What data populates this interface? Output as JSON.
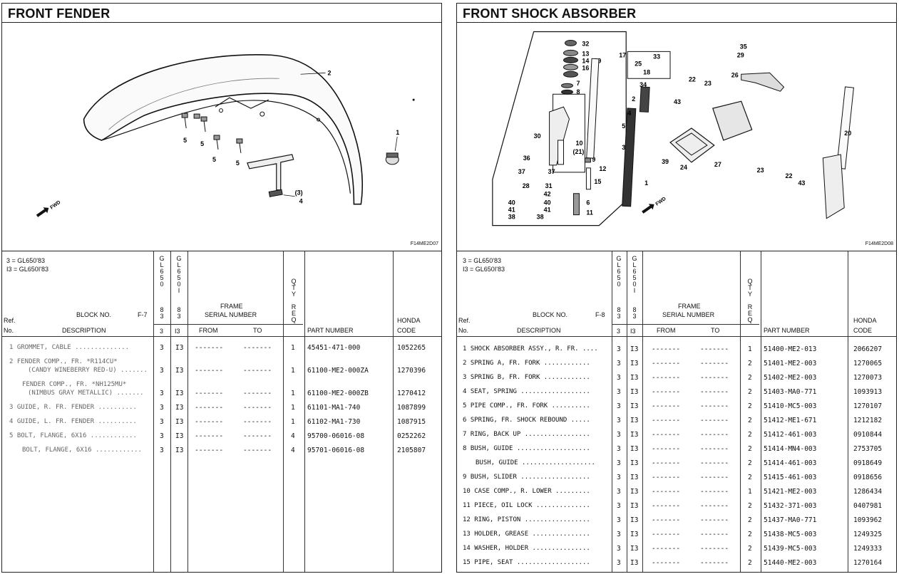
{
  "left": {
    "title": "FRONT FENDER",
    "figure_code": "F14ME2D07",
    "legend": [
      "3 = GL650'83",
      "I3 = GL650I'83"
    ],
    "block_no_label": "BLOCK NO.",
    "block_no": "F-7",
    "callouts": [
      "2",
      "1",
      "5",
      "5",
      "5",
      "5",
      "(3)",
      "4",
      "FWD"
    ],
    "rows": [
      {
        "desc": "1 GROMMET, CABLE ..............",
        "desc2": "",
        "c1": "3",
        "c2": "I3",
        "from": "-------",
        "to": "-------",
        "qty": "1",
        "part": "45451-471-000",
        "code": "1052265"
      },
      {
        "desc": "2 FENDER COMP., FR. *R114CU*",
        "desc2": "(CANDY WINEBERRY RED-U) .......",
        "c1": "3",
        "c2": "I3",
        "from": "-------",
        "to": "-------",
        "qty": "1",
        "part": "61100-ME2-000ZA",
        "code": "1270396"
      },
      {
        "desc": "FENDER COMP., FR. *NH125MU*",
        "desc2": "(NIMBUS GRAY METALLIC) .......",
        "c1": "3",
        "c2": "I3",
        "from": "-------",
        "to": "-------",
        "qty": "1",
        "part": "61100-ME2-000ZB",
        "code": "1270412"
      },
      {
        "desc": "3 GUIDE, R. FR. FENDER ..........",
        "desc2": "",
        "c1": "3",
        "c2": "I3",
        "from": "-------",
        "to": "-------",
        "qty": "1",
        "part": "61101-MA1-740",
        "code": "1087899"
      },
      {
        "desc": "4 GUIDE, L. FR. FENDER ..........",
        "desc2": "",
        "c1": "3",
        "c2": "I3",
        "from": "-------",
        "to": "-------",
        "qty": "1",
        "part": "61102-MA1-730",
        "code": "1087915"
      },
      {
        "desc": "5 BOLT, FLANGE, 6X16 ............",
        "desc2": "",
        "c1": "3",
        "c2": "I3",
        "from": "-------",
        "to": "-------",
        "qty": "4",
        "part": "95700-06016-08",
        "code": "0252262"
      },
      {
        "desc": "BOLT, FLANGE, 6X16 ............",
        "desc2": "",
        "c1": "3",
        "c2": "I3",
        "from": "-------",
        "to": "-------",
        "qty": "4",
        "part": "95701-06016-08",
        "code": "2105807"
      }
    ]
  },
  "right": {
    "title": "FRONT SHOCK ABSORBER",
    "figure_code": "F14ME2D08",
    "legend": [
      "3 = GL650'83",
      "I3 = GL650I'83"
    ],
    "block_no_label": "BLOCK NO.",
    "block_no": "F-8",
    "callouts": [
      "32",
      "13",
      "14",
      "19",
      "16",
      "7",
      "8",
      "30",
      "36",
      "10",
      "(21)",
      "9",
      "37",
      "37",
      "12",
      "15",
      "28",
      "31",
      "42",
      "40",
      "40",
      "41",
      "41",
      "38",
      "38",
      "6",
      "11",
      "5",
      "3",
      "2",
      "4",
      "1",
      "17",
      "25",
      "33",
      "18",
      "34",
      "35",
      "29",
      "26",
      "22",
      "23",
      "43",
      "39",
      "24",
      "27",
      "23",
      "20",
      "22",
      "43",
      "FWD"
    ],
    "rows": [
      {
        "desc": "1 SHOCK ABSORBER ASSY., R. FR. ....",
        "c1": "3",
        "c2": "I3",
        "from": "-------",
        "to": "-------",
        "qty": "1",
        "part": "51400-ME2-013",
        "code": "2066207"
      },
      {
        "desc": "2 SPRING A, FR. FORK ............",
        "c1": "3",
        "c2": "I3",
        "from": "-------",
        "to": "-------",
        "qty": "2",
        "part": "51401-ME2-003",
        "code": "1270065"
      },
      {
        "desc": "3 SPRING B, FR. FORK ............",
        "c1": "3",
        "c2": "I3",
        "from": "-------",
        "to": "-------",
        "qty": "2",
        "part": "51402-ME2-003",
        "code": "1270073"
      },
      {
        "desc": "4 SEAT, SPRING ..................",
        "c1": "3",
        "c2": "I3",
        "from": "-------",
        "to": "-------",
        "qty": "2",
        "part": "51403-MA0-771",
        "code": "1093913"
      },
      {
        "desc": "5 PIPE COMP., FR. FORK ..........",
        "c1": "3",
        "c2": "I3",
        "from": "-------",
        "to": "-------",
        "qty": "2",
        "part": "51410-MC5-003",
        "code": "1270107"
      },
      {
        "desc": "6 SPRING, FR. SHOCK REBOUND .....",
        "c1": "3",
        "c2": "I3",
        "from": "-------",
        "to": "-------",
        "qty": "2",
        "part": "51412-ME1-671",
        "code": "1212182"
      },
      {
        "desc": "7 RING, BACK UP .................",
        "c1": "3",
        "c2": "I3",
        "from": "-------",
        "to": "-------",
        "qty": "2",
        "part": "51412-461-003",
        "code": "0910844"
      },
      {
        "desc": "8 BUSH, GUIDE ...................",
        "c1": "3",
        "c2": "I3",
        "from": "-------",
        "to": "-------",
        "qty": "2",
        "part": "51414-MN4-003",
        "code": "2753705"
      },
      {
        "desc": "  BUSH, GUIDE ...................",
        "c1": "3",
        "c2": "I3",
        "from": "-------",
        "to": "-------",
        "qty": "2",
        "part": "51414-461-003",
        "code": "0918649"
      },
      {
        "desc": "9 BUSH, SLIDER ..................",
        "c1": "3",
        "c2": "I3",
        "from": "-------",
        "to": "-------",
        "qty": "2",
        "part": "51415-461-003",
        "code": "0918656"
      },
      {
        "desc": "10 CASE COMP., R. LOWER .........",
        "c1": "3",
        "c2": "I3",
        "from": "-------",
        "to": "-------",
        "qty": "1",
        "part": "51421-ME2-003",
        "code": "1286434"
      },
      {
        "desc": "11 PIECE, OIL LOCK ..............",
        "c1": "3",
        "c2": "I3",
        "from": "-------",
        "to": "-------",
        "qty": "2",
        "part": "51432-371-003",
        "code": "0407981"
      },
      {
        "desc": "12 RING, PISTON .................",
        "c1": "3",
        "c2": "I3",
        "from": "-------",
        "to": "-------",
        "qty": "2",
        "part": "51437-MA0-771",
        "code": "1093962"
      },
      {
        "desc": "13 HOLDER, GREASE ...............",
        "c1": "3",
        "c2": "I3",
        "from": "-------",
        "to": "-------",
        "qty": "2",
        "part": "51438-MC5-003",
        "code": "1249325"
      },
      {
        "desc": "14 WASHER, HOLDER ...............",
        "c1": "3",
        "c2": "I3",
        "from": "-------",
        "to": "-------",
        "qty": "2",
        "part": "51439-MC5-003",
        "code": "1249333"
      },
      {
        "desc": "15 PIPE, SEAT ...................",
        "c1": "3",
        "c2": "I3",
        "from": "-------",
        "to": "-------",
        "qty": "2",
        "part": "51440-ME2-003",
        "code": "1270164"
      }
    ]
  },
  "headers": {
    "ref_no": [
      "Ref.",
      "No."
    ],
    "description": "DESCRIPTION",
    "col1_vertical": [
      "G",
      "L",
      "6",
      "5",
      "0",
      "",
      "",
      "8",
      "3"
    ],
    "col2_vertical": [
      "G",
      "L",
      "6",
      "5",
      "0",
      "I",
      "",
      "8",
      "3"
    ],
    "col1_sub": "3",
    "col2_sub": "I3",
    "frame": "FRAME",
    "serial_number": "SERIAL NUMBER",
    "from": "FROM",
    "to": "TO",
    "qty_vertical": [
      "Q",
      "T",
      "Y",
      "",
      "R",
      "E",
      "Q"
    ],
    "part_number": "PART NUMBER",
    "honda_code": [
      "HONDA",
      "CODE"
    ]
  }
}
